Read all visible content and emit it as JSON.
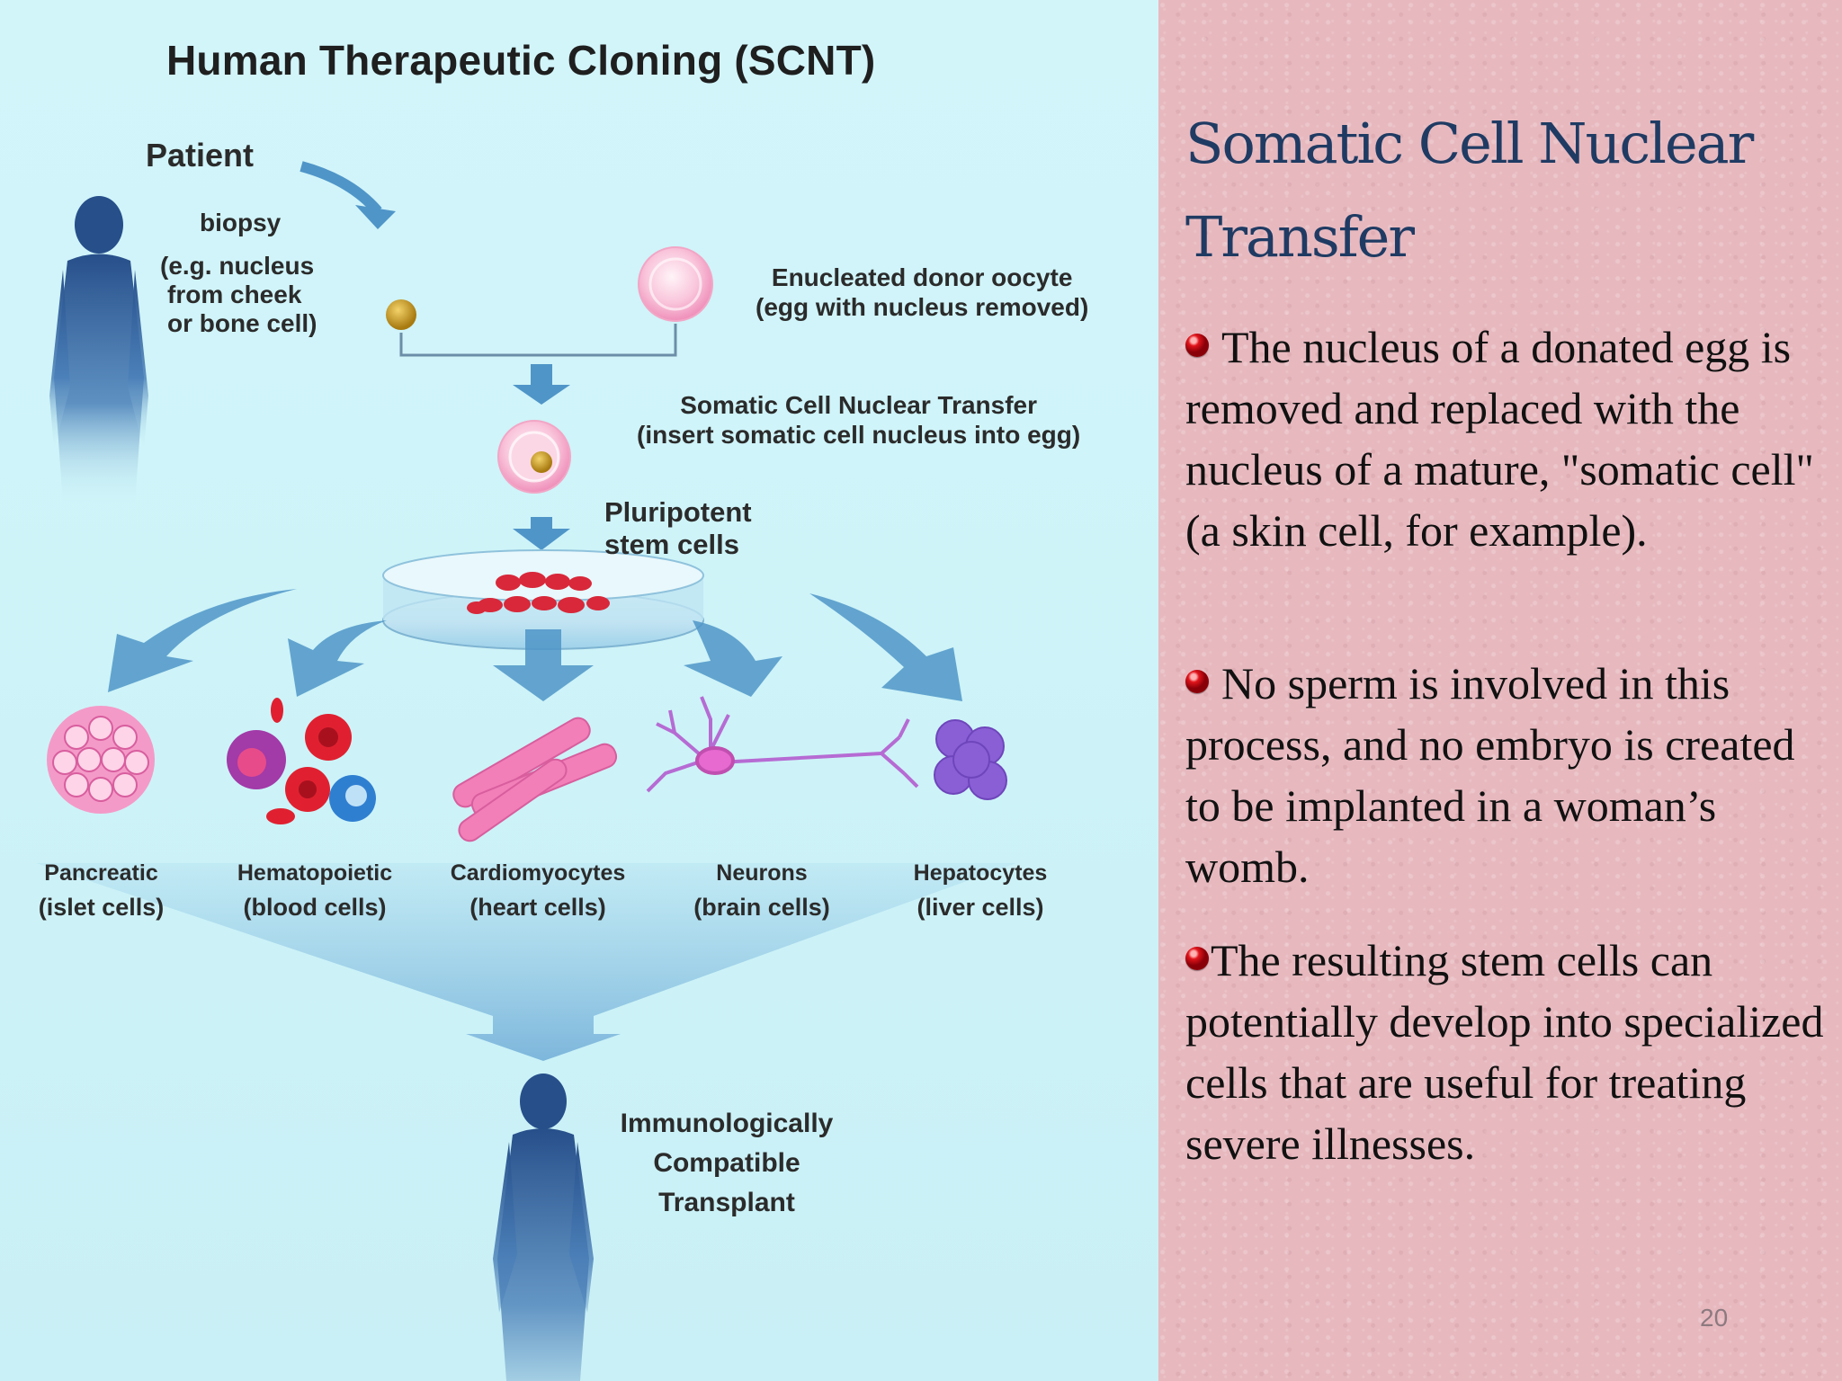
{
  "diagram": {
    "title": "Human Therapeutic Cloning (SCNT)",
    "patient_label": "Patient",
    "biopsy_label": "biopsy",
    "biopsy_note": [
      "(e.g. nucleus",
      "from cheek",
      "or bone cell)"
    ],
    "oocyte_label": [
      "Enucleated donor oocyte",
      "(egg with nucleus removed)"
    ],
    "scnt_label": [
      "Somatic Cell Nuclear Transfer",
      "(insert somatic cell nucleus into egg)"
    ],
    "pluripotent_label": [
      "Pluripotent",
      "stem cells"
    ],
    "cell_types": [
      {
        "name": "Pancreatic",
        "detail": "(islet cells)"
      },
      {
        "name": "Hematopoietic",
        "detail": "(blood cells)"
      },
      {
        "name": "Cardiomyocytes",
        "detail": "(heart cells)"
      },
      {
        "name": "Neurons",
        "detail": "(brain cells)"
      },
      {
        "name": "Hepatocytes",
        "detail": "(liver cells)"
      }
    ],
    "transplant_label": [
      "Immunologically",
      "Compatible",
      "Transplant"
    ],
    "colors": {
      "panel": "#d2f5fa",
      "arrow": "#4f95c8",
      "silhouette": "#2f5f99",
      "cell_pink": "#ee6fb3",
      "blood_red": "#e02030",
      "hepatocyte": "#8a5fd6"
    }
  },
  "slide": {
    "title": "Somatic Cell Nuclear Transfer",
    "bullets": [
      "The nucleus of a donated egg is removed and replaced with the nucleus of a mature, \"somatic cell\" (a skin cell, for example).",
      "No sperm is involved in this process, and no embryo is created to be implanted in a woman’s womb.",
      "The resulting stem cells can potentially develop into specialized cells that are useful for treating severe illnesses."
    ],
    "page_number": "20",
    "bullet_icon": "red-sphere-bullet-icon"
  }
}
